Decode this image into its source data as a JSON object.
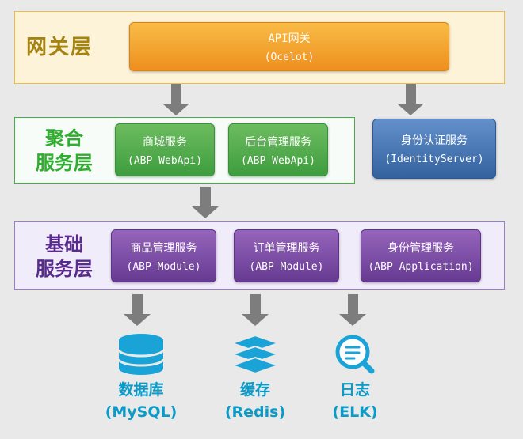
{
  "gateway": {
    "label": "网关层",
    "node": {
      "title": "API网关",
      "subtitle": "(Ocelot)"
    }
  },
  "aggregation": {
    "label_line1": "聚合",
    "label_line2": "服务层",
    "nodes": [
      {
        "title": "商城服务",
        "subtitle": "(ABP WebApi)"
      },
      {
        "title": "后台管理服务",
        "subtitle": "(ABP WebApi)"
      }
    ]
  },
  "identity_node": {
    "title": "身份认证服务",
    "subtitle": "(IdentityServer)"
  },
  "foundation": {
    "label_line1": "基础",
    "label_line2": "服务层",
    "nodes": [
      {
        "title": "商品管理服务",
        "subtitle": "(ABP Module)"
      },
      {
        "title": "订单管理服务",
        "subtitle": "(ABP Module)"
      },
      {
        "title": "身份管理服务",
        "subtitle": "(ABP Application)"
      }
    ]
  },
  "storage": [
    {
      "icon": "database-icon",
      "title": "数据库",
      "subtitle": "(MySQL)"
    },
    {
      "icon": "cache-layers-icon",
      "title": "缓存",
      "subtitle": "(Redis)"
    },
    {
      "icon": "log-search-icon",
      "title": "日志",
      "subtitle": "(ELK)"
    }
  ],
  "colors": {
    "gateway_accent": "#ee8f1e",
    "aggregation_accent": "#3e9d3e",
    "identity_accent": "#33629f",
    "foundation_accent": "#673a92",
    "storage_accent": "#19a3d6",
    "arrow": "#7d7d7d"
  }
}
